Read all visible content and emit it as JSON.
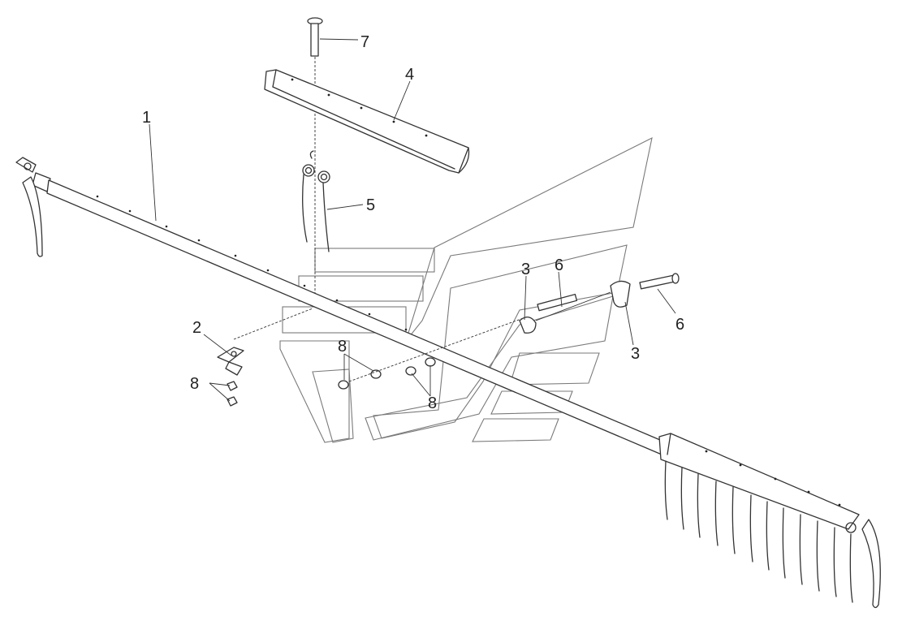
{
  "callouts": [
    "1",
    "2",
    "3",
    "3",
    "4",
    "5",
    "6",
    "6",
    "7",
    "8",
    "8",
    "8"
  ],
  "colors": {
    "line": "#333333",
    "watermark": "#7a7a7a",
    "background": "#ffffff"
  }
}
